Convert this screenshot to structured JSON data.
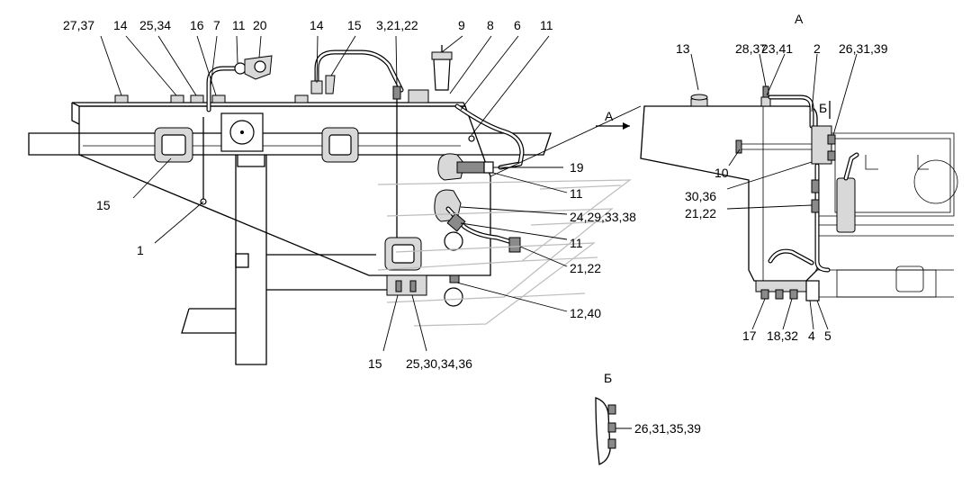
{
  "labels": {
    "l_27_37": "27,37",
    "l_14a": "14",
    "l_25_34": "25,34",
    "l_16": "16",
    "l_7": "7",
    "l_11a": "11",
    "l_20": "20",
    "l_14b": "14",
    "l_15a": "15",
    "l_3_21_22": "3,21,22",
    "l_9": "9",
    "l_8": "8",
    "l_6": "6",
    "l_11b": "11",
    "l_view_a_arrow": "А",
    "l_15b": "15",
    "l_1": "1",
    "l_19": "19",
    "l_11c": "11",
    "l_24_29_33_38": "24,29,33,38",
    "l_11d": "11",
    "l_21_22a": "21,22",
    "l_12_40": "12,40",
    "l_15c": "15",
    "l_25_30_34_36": "25,30,34,36",
    "l_view_a_title": "А",
    "l_13": "13",
    "l_28_37": "28,37",
    "l_23_41": "23,41",
    "l_2": "2",
    "l_26_31_39": "26,31,39",
    "l_b_section": "Б",
    "l_10": "10",
    "l_30_36": "30,36",
    "l_21_22b": "21,22",
    "l_17": "17",
    "l_18_32": "18,32",
    "l_4": "4",
    "l_5": "5",
    "l_view_b_title": "Б",
    "l_26_31_35_39": "26,31,35,39"
  }
}
